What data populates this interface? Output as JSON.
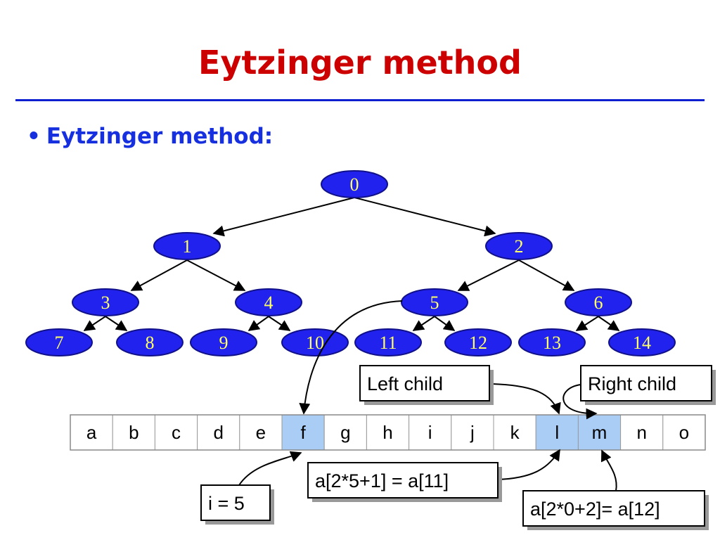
{
  "title": "Eytzinger method",
  "bullet": "Eytzinger method:",
  "tree_nodes": [
    "0",
    "1",
    "2",
    "3",
    "4",
    "5",
    "6",
    "7",
    "8",
    "9",
    "10",
    "11",
    "12",
    "13",
    "14"
  ],
  "array_cells": [
    "a",
    "b",
    "c",
    "d",
    "e",
    "f",
    "g",
    "h",
    "i",
    "j",
    "k",
    "l",
    "m",
    "n",
    "o"
  ],
  "highlighted_cells": [
    5,
    11,
    12
  ],
  "labels": {
    "left_child": "Left child",
    "right_child": "Right child",
    "index": "i = 5",
    "left_formula": "a[2*5+1] = a[11]",
    "right_formula": "a[2*0+2]= a[12]"
  },
  "colors": {
    "title": "#cc0000",
    "bullet": "#1630e0",
    "rule": "#0a1fd0",
    "node_fill": "#2222ee",
    "node_text": "#ffff66",
    "cell_highlight": "#a9cdf5"
  }
}
